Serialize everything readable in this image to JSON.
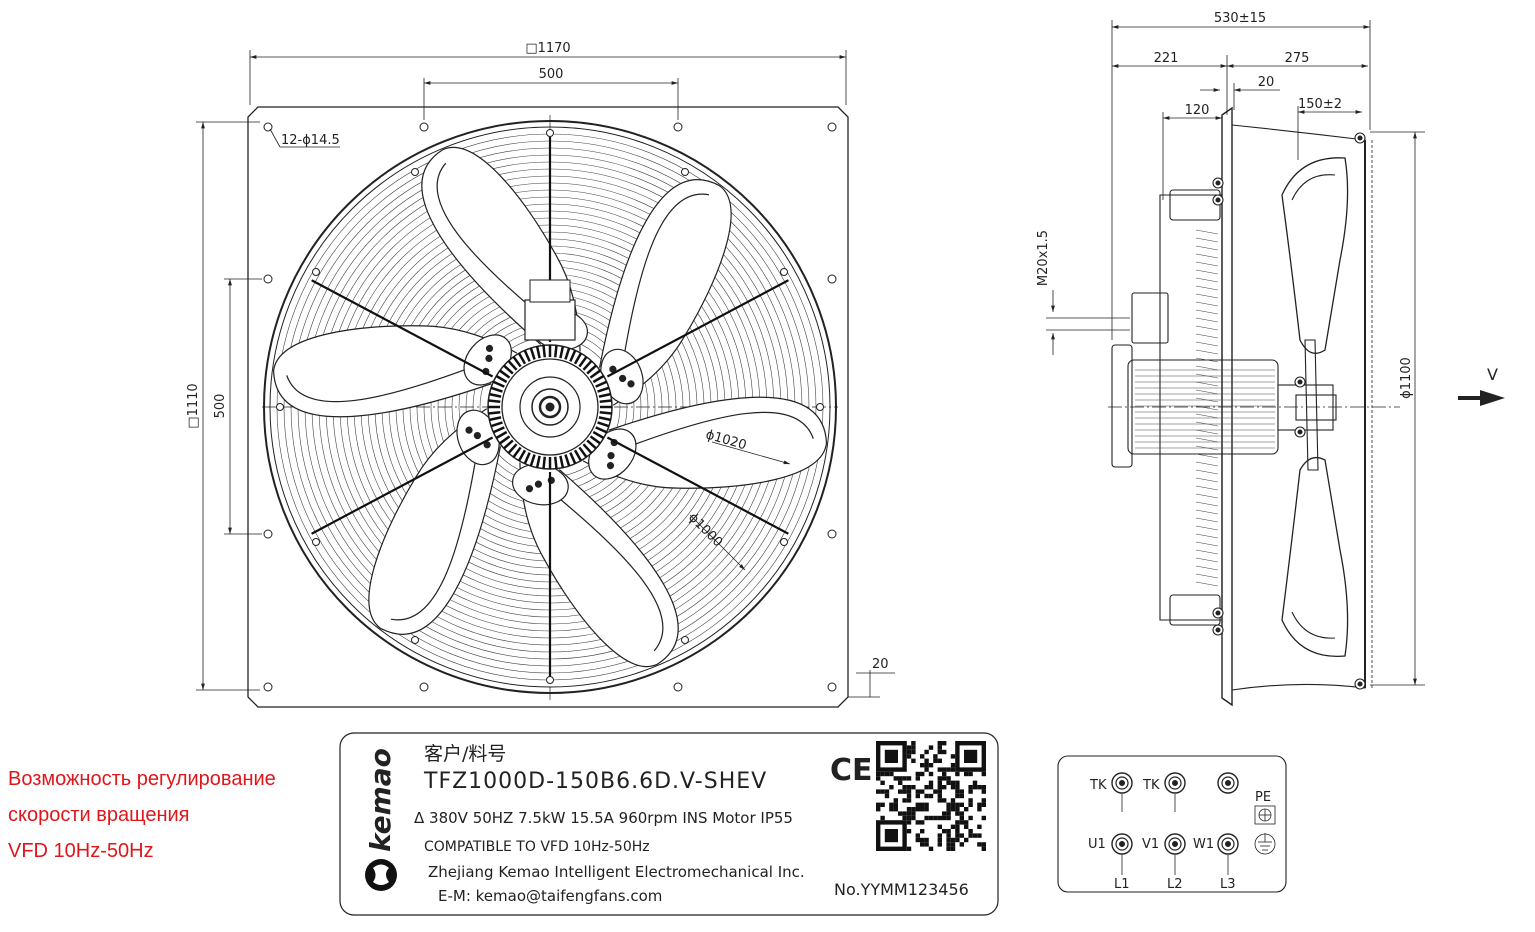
{
  "front_view": {
    "overall_width": "□1170",
    "top_spacing": "500",
    "overall_height": "□1110",
    "side_spacing": "500",
    "holes": "12-ϕ14.5",
    "dia_guard": "ϕ1020",
    "dia_impeller": "ϕ1000",
    "plate_thickness": "20"
  },
  "side_view": {
    "overall_depth": "530±15",
    "motor_depth": "221",
    "front_depth": "275",
    "flange": "20",
    "motor_body": "120",
    "hub": "150±2",
    "cable_gland": "M20x1.5",
    "dia_housing": "ϕ1100",
    "airflow": "V"
  },
  "nameplate": {
    "brand": "kemao",
    "customer_line": "客户/料号",
    "model": "TFZ1000D-150B6.6D.V-SHEV",
    "specs": "Δ 380V 50HZ 7.5kW 15.5A 960rpm INS Motor IP55",
    "vfd": "COMPATIBLE TO VFD 10Hz-50Hz",
    "company": "Zhejiang Kemao Intelligent Electromechanical Inc.",
    "email": "E-M: kemao@taifengfans.com",
    "serial": "No.YYMM123456",
    "ce_mark": "CE"
  },
  "terminal_box": {
    "tk1": "TK",
    "tk2": "TK",
    "pe": "PE",
    "u1": "U1",
    "v1": "V1",
    "w1": "W1",
    "l1": "L1",
    "l2": "L2",
    "l3": "L3"
  },
  "note": {
    "line1": "Возможность регулирование",
    "line2": "скорости вращения",
    "line3": "VFD 10Hz-50Hz",
    "color": "#e0161b"
  }
}
